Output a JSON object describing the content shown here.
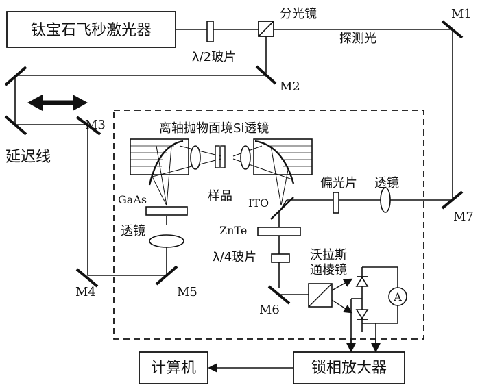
{
  "labels": {
    "laser": "钛宝石飞秒激光器",
    "half_wave": "λ/2玻片",
    "beamsplitter": "分光镜",
    "probe": "探测光",
    "delay_line": "延迟线",
    "parabolic_mirror_lens": "离轴抛物面境Si透镜",
    "sample": "样品",
    "gaas": "GaAs",
    "lens_left": "透镜",
    "ito": "ITO",
    "polarizer": "偏光片",
    "lens_right": "透镜",
    "znte": "ZnTe",
    "quarter_wave": "λ/4玻片",
    "wollaston_1": "沃拉斯",
    "wollaston_2": "通棱镜",
    "computer": "计算机",
    "lockin": "锁相放大器",
    "ammeter": "A"
  },
  "mirrors": {
    "m1": "M1",
    "m2": "M2",
    "m3": "M3",
    "m4": "M4",
    "m5": "M5",
    "m6": "M6",
    "m7": "M7"
  }
}
